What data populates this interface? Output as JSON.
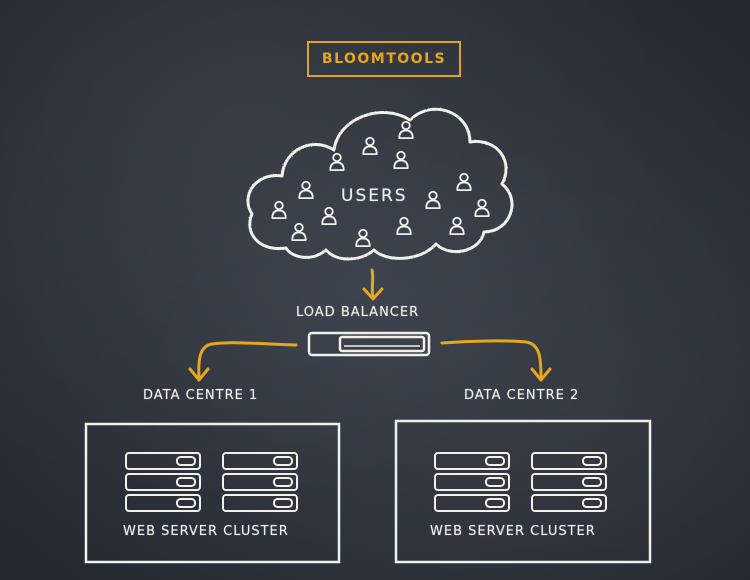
{
  "brand": {
    "label": "BLOOMTOOLS"
  },
  "users": {
    "label": "USERS"
  },
  "load_balancer": {
    "label": "LOAD BALANCER"
  },
  "data_centres": [
    {
      "label": "DATA CENTRE 1",
      "cluster_label": "WEB SERVER CLUSTER"
    },
    {
      "label": "DATA CENTRE 2",
      "cluster_label": "WEB SERVER CLUSTER"
    }
  ],
  "colors": {
    "chalk": "#f1f1ec",
    "accent": "#e8a51e",
    "board": "#2f343d"
  },
  "icons": {
    "user": "user-icon",
    "server": "server-icon",
    "arrow": "arrow-icon"
  }
}
